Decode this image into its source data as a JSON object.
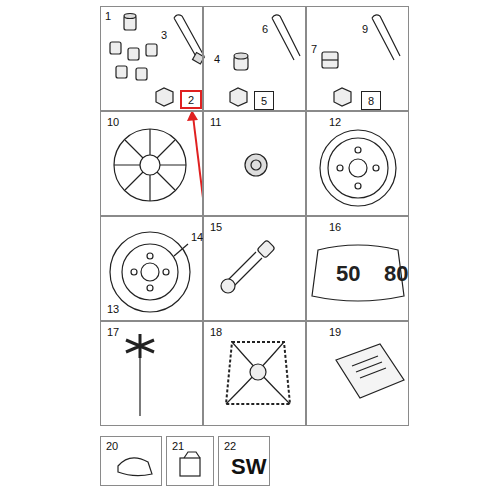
{
  "diagram": {
    "nodes": [
      {
        "text": [
          "1",
          "3"
        ]
      },
      {
        "text": [
          "2"
        ],
        "in": 0
      },
      {
        "text": [
          "4",
          "6"
        ]
      },
      {
        "text": [
          "5"
        ],
        "in": 2
      },
      {
        "text": [
          "7",
          "9"
        ]
      },
      {
        "text": [
          "8"
        ],
        "in": 4
      },
      {
        "text": [
          "10"
        ]
      },
      {
        "text": [
          "11"
        ]
      },
      {
        "text": [
          "12"
        ]
      },
      {
        "text": [
          "14",
          "13"
        ]
      },
      {
        "text": [
          "15"
        ]
      },
      {
        "text": [
          "16"
        ]
      },
      {
        "text": [
          "17"
        ]
      },
      {
        "text": [
          "18"
        ]
      },
      {
        "text": [
          "19"
        ]
      },
      {
        "text": [
          "20"
        ]
      },
      {
        "text": [
          "21"
        ]
      },
      {
        "text": [
          "22",
          "SW"
        ]
      }
    ],
    "labels": [
      "50",
      "80"
    ]
  }
}
